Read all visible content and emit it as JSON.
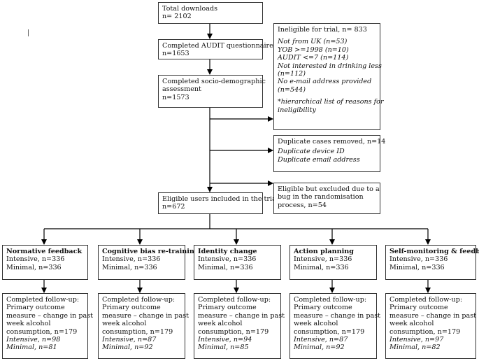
{
  "flow": {
    "total": [
      "Total downloads",
      "n= 2102"
    ],
    "audit": [
      "Completed AUDIT questionnaire",
      "n=1653"
    ],
    "socio": [
      "Completed socio-demographic",
      "assessment",
      "n=1573"
    ],
    "eligible": [
      "Eligible users included in the trial",
      "n=672"
    ]
  },
  "ineligible": {
    "title": "Ineligible for trial, n= 833",
    "reasons": [
      "Not from UK (n=53)",
      "YOB >=1998 (n=10)",
      "AUDIT <=7 (n=114)",
      "Not interested in drinking less",
      "(n=112)",
      "No e-mail address provided",
      "(n=544)"
    ],
    "note": [
      "*hierarchical list of reasons for",
      "ineligibility"
    ]
  },
  "duplicates": {
    "title": "Duplicate cases removed, n=14",
    "items": [
      "Duplicate device ID",
      "Duplicate email address"
    ]
  },
  "bug": {
    "lines": [
      "Eligible but excluded due to a",
      "bug in the randomisation",
      "process, n=54"
    ]
  },
  "arms": [
    {
      "name": "Normative feedback",
      "intensive": "Intensive, n=336",
      "minimal": "Minimal, n=336",
      "followup": [
        "Completed follow-up:",
        "Primary outcome",
        "measure – change in past",
        "week alcohol",
        "consumption, n=179"
      ],
      "fu_intensive": "Intensive, n=98",
      "fu_minimal": "Minimal, n=81"
    },
    {
      "name": "Cognitive bias re-training",
      "intensive": "Intensive, n=336",
      "minimal": "Minimal, n=336",
      "followup": [
        "Completed follow-up:",
        "Primary outcome",
        "measure – change in past",
        "week alcohol",
        "consumption, n=179"
      ],
      "fu_intensive": "Intensive, n=87",
      "fu_minimal": "Minimal, n=92"
    },
    {
      "name": "Identity change",
      "intensive": "Intensive, n=336",
      "minimal": "Minimal, n=336",
      "followup": [
        "Completed follow-up:",
        "Primary outcome",
        "measure – change in past",
        "week alcohol",
        "consumption, n=179"
      ],
      "fu_intensive": "Intensive, n=94",
      "fu_minimal": "Minimal, n=85"
    },
    {
      "name": "Action planning",
      "intensive": "Intensive, n=336",
      "minimal": "Minimal, n=336",
      "followup": [
        "Completed follow-up:",
        "Primary outcome",
        "measure – change in past",
        "week alcohol",
        "consumption, n=179"
      ],
      "fu_intensive": "Intensive, n=87",
      "fu_minimal": "Minimal, n=92"
    },
    {
      "name": "Self-monitoring & feedback",
      "intensive": "Intensive, n=336",
      "minimal": "Minimal, n=336",
      "followup": [
        "Completed follow-up:",
        "Primary outcome",
        "measure – change in past",
        "week alcohol",
        "consumption, n=179"
      ],
      "fu_intensive": "Intensive, n=97",
      "fu_minimal": "Minimal, n=82"
    }
  ]
}
